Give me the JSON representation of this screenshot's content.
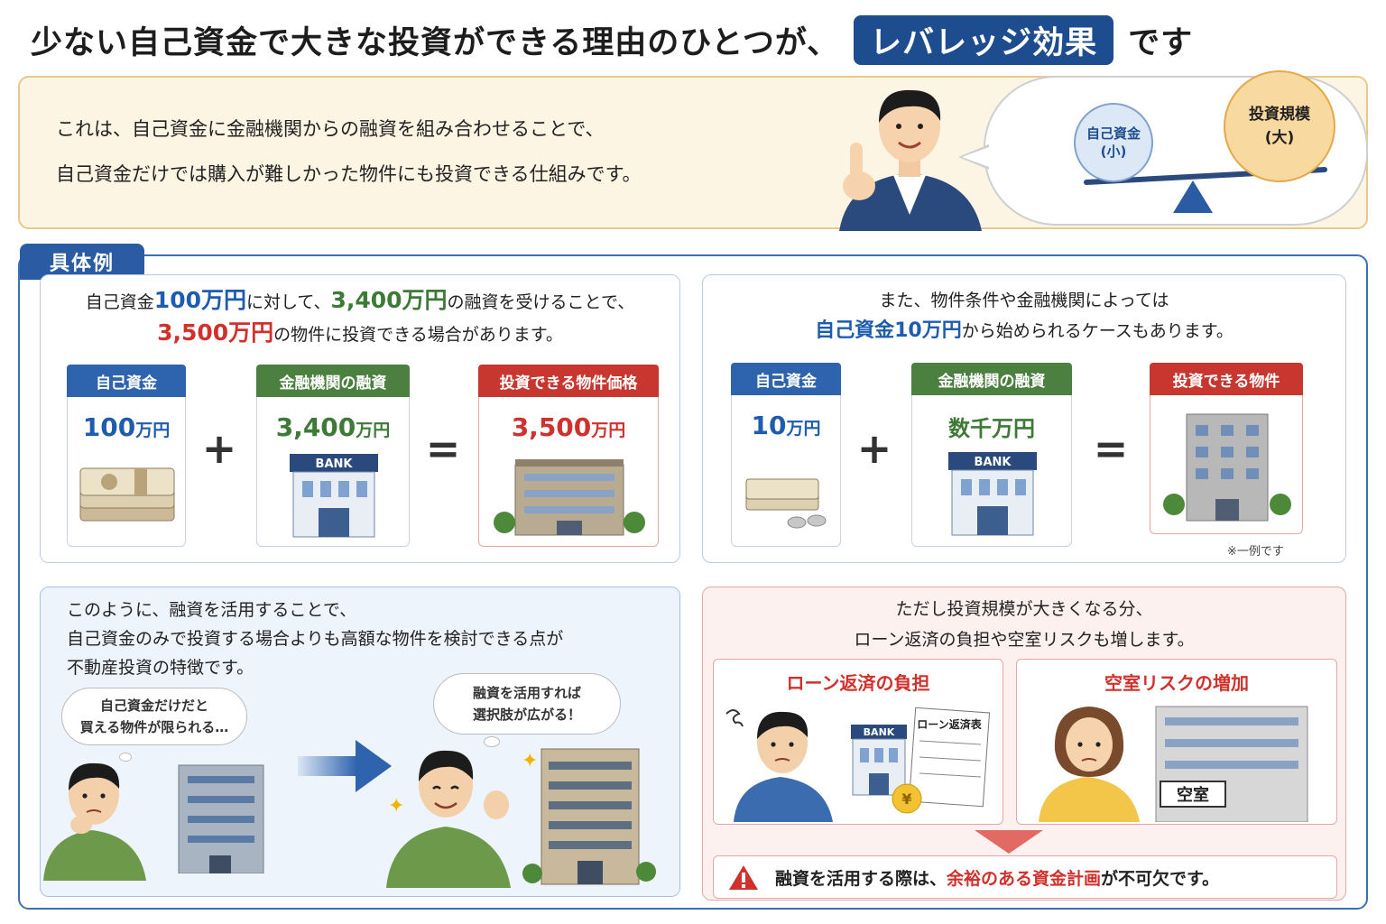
{
  "title": {
    "before": "少ない自己資金で大きな投資ができる理由のひとつが、",
    "highlight": "レバレッジ効果",
    "after": "です"
  },
  "intro": {
    "line1": "これは、自己資金に金融機関からの融資を組み合わせることで、",
    "line2": "自己資金だけでは購入が難しかった物件にも投資できる仕組みです。",
    "balance_small_line1": "自己資金",
    "balance_small_line2": "(小)",
    "balance_big_line1": "投資規模",
    "balance_big_line2": "(大)"
  },
  "example": {
    "tab_label": "具体例",
    "left": {
      "l1_a": "自己資金",
      "l1_b": "100万円",
      "l1_c": "に対して、",
      "l1_d": "3,400万円",
      "l1_e": "の融資を受けることで、",
      "l2_a": "3,500万円",
      "l2_b": "の物件に投資できる場合があります。",
      "card1_head": "自己資金",
      "card1_num": "100",
      "card1_unit": "万円",
      "card2_head": "金融機関の融資",
      "card2_num": "3,400",
      "card2_unit": "万円",
      "card3_head": "投資できる物件価格",
      "card3_num": "3,500",
      "card3_unit": "万円",
      "op_plus": "+",
      "op_eq": "=",
      "bank_label": "BANK"
    },
    "right": {
      "l1": "また、物件条件や金融機関によっては",
      "l2_a": "自己資金10万円",
      "l2_b": "から始められるケースもあります。",
      "card1_head": "自己資金",
      "card1_num": "10",
      "card1_unit": "万円",
      "card2_head": "金融機関の融資",
      "card2_val": "数千万円",
      "card3_head": "投資できる物件",
      "op_plus": "+",
      "op_eq": "=",
      "bank_label": "BANK",
      "note": "※一例です"
    }
  },
  "bottom_left": {
    "line1": "このように、融資を活用することで、",
    "line2": "自己資金のみで投資する場合よりも高額な物件を検討できる点が",
    "line3": "不動産投資の特徴です。",
    "thought1_line1": "自己資金だけだと",
    "thought1_line2": "買える物件が限られる…",
    "thought2_line1": "融資を活用すれば",
    "thought2_line2": "選択肢が広がる！"
  },
  "bottom_right": {
    "line1": "ただし投資規模が大きくなる分、",
    "line2": "ローン返済の負担や空室リスクも増します。",
    "card1_title": "ローン返済の負担",
    "card1_bank": "BANK",
    "card1_doc": "ローン返済表",
    "card1_coin": "¥",
    "card2_title": "空室リスクの増加",
    "card2_sign": "空室",
    "warn_a": "融資を活用する際は、",
    "warn_b": "余裕のある資金計画",
    "warn_c": "が不可欠です。"
  },
  "colors": {
    "navy": "#1e4d8f",
    "blue": "#1e5cb0",
    "green": "#4c8040",
    "red": "#c8372f",
    "cream": "#fdf5e4"
  }
}
